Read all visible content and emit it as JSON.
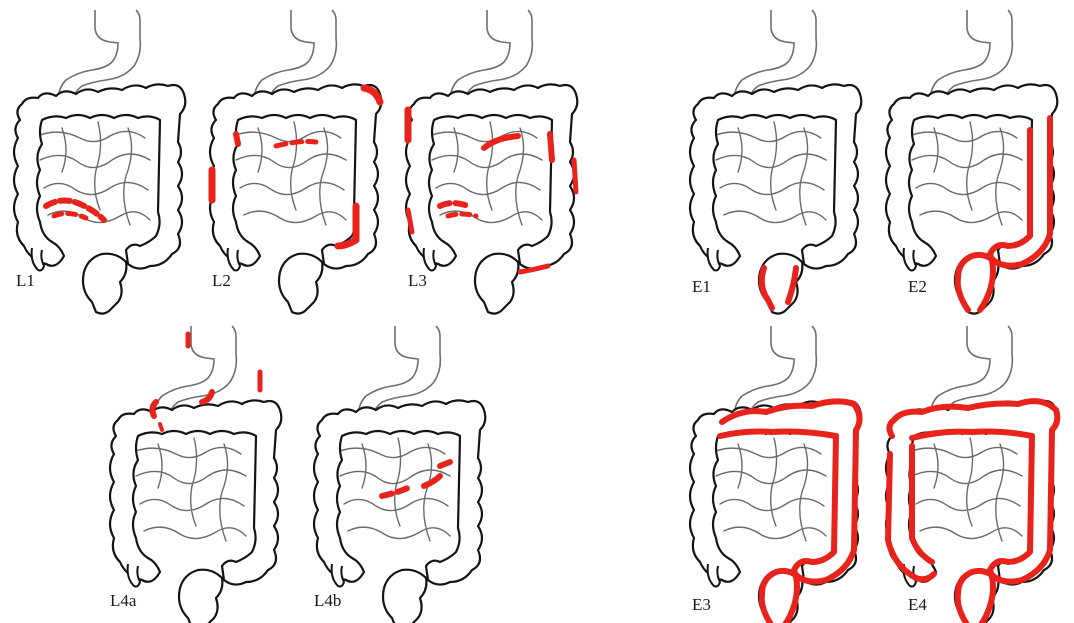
{
  "figure": {
    "panels": [
      {
        "id": "L1",
        "label": "L1",
        "highlight": "terminal-ileum"
      },
      {
        "id": "L2",
        "label": "L2",
        "highlight": "colonic-patches"
      },
      {
        "id": "L3",
        "label": "L3",
        "highlight": "ileocolonic-patches"
      },
      {
        "id": "L4a",
        "label": "L4a",
        "highlight": "upper-gi-esophagus-stomach"
      },
      {
        "id": "L4b",
        "label": "L4b",
        "highlight": "jejunum-patches"
      },
      {
        "id": "E1",
        "label": "E1",
        "highlight": "rectum"
      },
      {
        "id": "E2",
        "label": "E2",
        "highlight": "left-sided-colon"
      },
      {
        "id": "E3",
        "label": "E3",
        "highlight": "extensive-colon-from-hepatic-flexure"
      },
      {
        "id": "E4",
        "label": "E4",
        "highlight": "entire-colon"
      }
    ],
    "highlight_color": "#e8231c"
  }
}
